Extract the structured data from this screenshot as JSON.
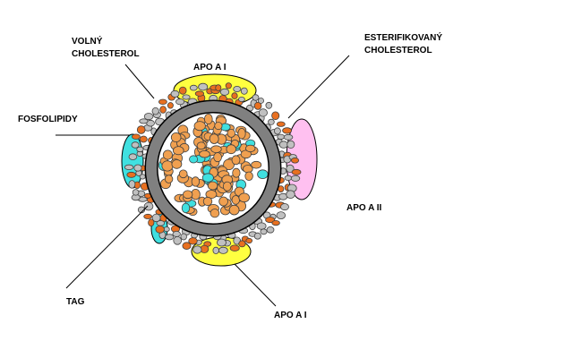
{
  "labels": {
    "free_cholesterol_line1": "VOLNÝ",
    "free_cholesterol_line2": "CHOLESTEROL",
    "esterified_cholesterol_line1": "ESTERIFIKOVANÝ",
    "esterified_cholesterol_line2": "CHOLESTEROL",
    "phospholipids": "FOSFOLIPIDY",
    "apo_a1_top": "APO A I",
    "apo_a2": "APO A II",
    "tag": "TAG",
    "apo_a1_bottom": "APO A I"
  },
  "colors": {
    "shell_gray": "#808080",
    "shell_dark": "#404040",
    "cholesterol_gray": "#c0c0c0",
    "lipid_orange": "#e87020",
    "core_orange": "#f0a050",
    "phospholipid_cyan": "#40e0e0",
    "apo_a1_yellow": "#ffff40",
    "apo_a2_pink": "#ffc0f0",
    "background": "#ffffff"
  }
}
